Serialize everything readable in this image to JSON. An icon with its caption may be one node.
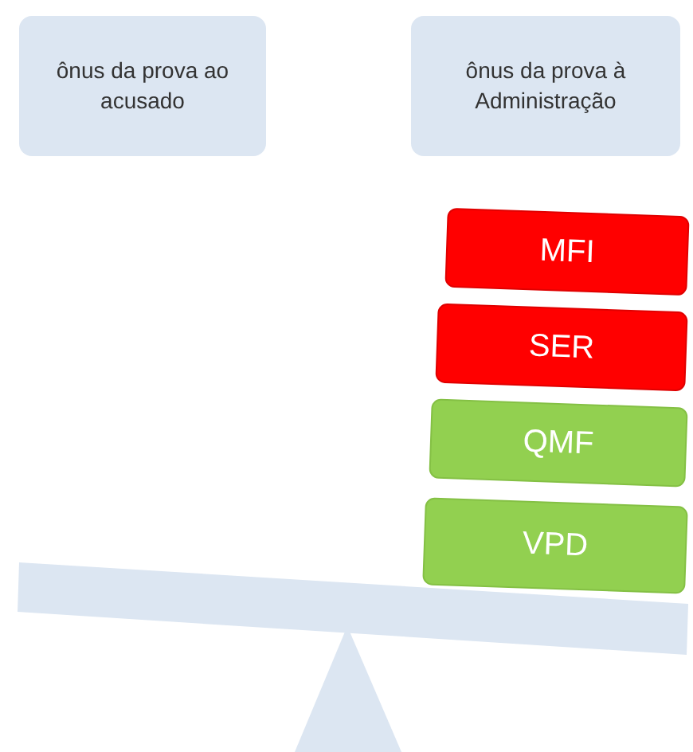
{
  "diagram": {
    "nodes": [
      {
        "text": [
          "ônus da prova ao acusado"
        ]
      },
      {
        "text": [
          "ônus da prova à Administração"
        ]
      },
      {
        "text": [
          "MFI"
        ]
      },
      {
        "text": [
          "SER"
        ]
      },
      {
        "text": [
          "QMF"
        ]
      },
      {
        "text": [
          "VPD"
        ]
      }
    ]
  }
}
